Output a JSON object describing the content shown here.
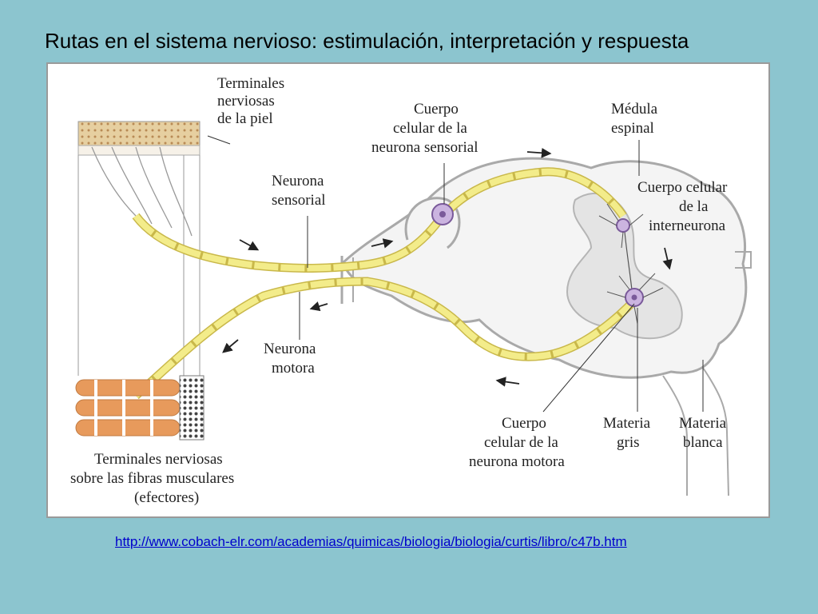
{
  "slide": {
    "title": "Rutas en el sistema nervioso: estimulación, interpretación y respuesta",
    "source_link": "http://www.cobach-elr.com/academias/quimicas/biologia/biologia/curtis/libro/c47b.htm"
  },
  "diagram": {
    "labels": {
      "skin_terminals": [
        "Terminales",
        "nerviosas",
        "de la piel"
      ],
      "sensory_cell_body": [
        "Cuerpo",
        "celular de la",
        "neurona sensorial"
      ],
      "spinal_cord": [
        "Médula",
        "espinal"
      ],
      "sensory_neuron": [
        "Neurona",
        "sensorial"
      ],
      "interneuron_cell_body": [
        "Cuerpo celular",
        "de la",
        "interneurona"
      ],
      "motor_neuron": [
        "Neurona",
        "motora"
      ],
      "motor_cell_body": [
        "Cuerpo",
        "celular de la",
        "neurona motora"
      ],
      "gray_matter": [
        "Materia",
        "gris"
      ],
      "white_matter": [
        "Materia",
        "blanca"
      ],
      "muscle_terminals": [
        "Terminales nerviosas",
        "sobre las fibras musculares",
        "(efectores)"
      ]
    },
    "colors": {
      "background": "#8cc5cf",
      "axon_yellow": "#f3ec8a",
      "axon_outline": "#c9b84a",
      "cord_outline": "#a9a9a9",
      "gray_matter": "#e4e4e4",
      "skin": "#e0c89a",
      "muscle": "#e79a5c",
      "cell_body": "#7a5a9a"
    }
  }
}
